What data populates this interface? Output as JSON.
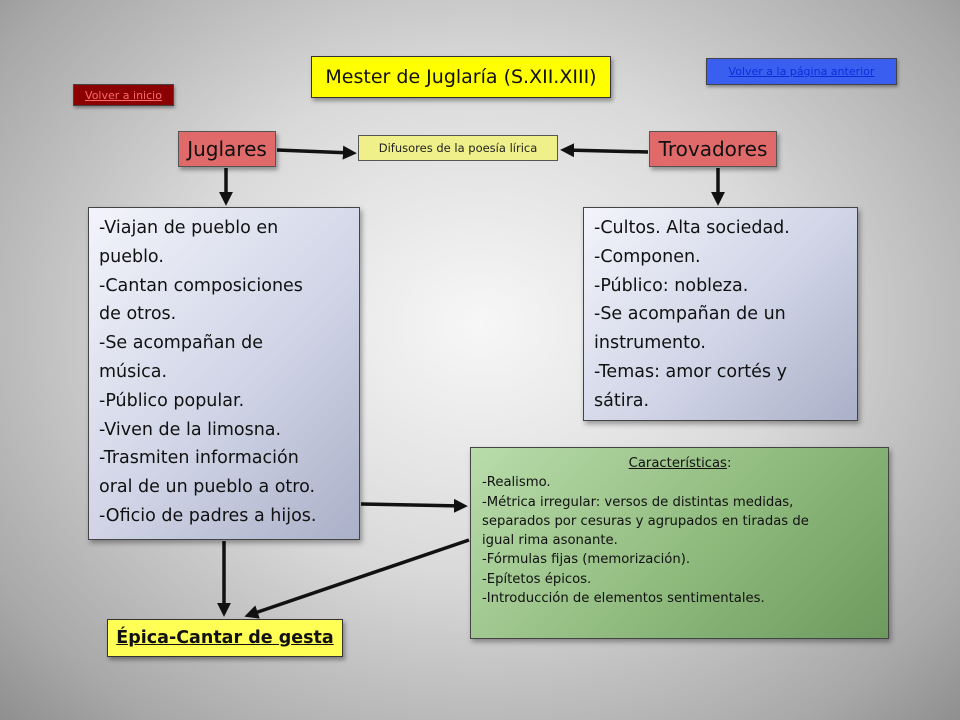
{
  "title": "Mester de Juglaría (S.XII.XIII)",
  "nav": {
    "home": "Volver a inicio",
    "back": "Volver a la página anterior"
  },
  "juglares": {
    "label": "Juglares",
    "lines": [
      "-Viajan de pueblo en",
      "pueblo.",
      "-Cantan composiciones",
      "de otros.",
      "-Se acompañan de",
      "música.",
      "-Público popular.",
      "-Viven de la limosna.",
      "-Trasmiten información",
      "oral de un pueblo a otro.",
      "-Oficio de padres a hijos."
    ]
  },
  "trovadores": {
    "label": "Trovadores",
    "lines": [
      "-Cultos. Alta sociedad.",
      "-Componen.",
      "-Público: nobleza.",
      "-Se acompañan de un",
      "instrumento.",
      "-Temas: amor cortés y",
      "sátira."
    ]
  },
  "diffusers": "Difusores de la poesía lírica",
  "features": {
    "title": "Características",
    "title_suffix": ":",
    "lines": [
      "-Realismo.",
      "-Métrica irregular: versos de distintas medidas,",
      "separados por cesuras y agrupados en tiradas de",
      "igual rima asonante.",
      "-Fórmulas fijas (memorización).",
      "-Epítetos épicos.",
      "-Introducción de elementos sentimentales."
    ]
  },
  "result": "Épica-Cantar de gesta",
  "colors": {
    "title_bg": "#ffff00",
    "role_bg": "#e06a6a",
    "home_bg": "#8b0000",
    "back_bg": "#3a5ff0",
    "diffusers_bg": "#f0f08a",
    "features_bg": "#8fba7d",
    "result_bg": "#ffff55"
  }
}
